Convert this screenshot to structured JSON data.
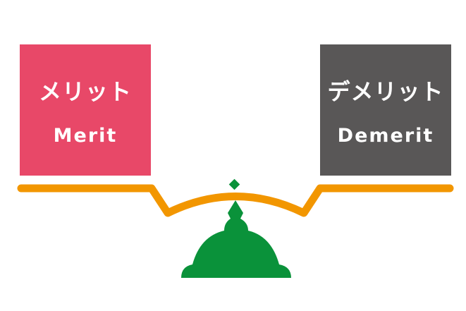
{
  "merit": {
    "jp": "メリット",
    "en": "Merit"
  },
  "demerit": {
    "jp": "デメリット",
    "en": "Demerit"
  },
  "colors": {
    "merit": "#e84868",
    "demerit": "#595757",
    "beam": "#f29600",
    "base": "#0a923a"
  }
}
